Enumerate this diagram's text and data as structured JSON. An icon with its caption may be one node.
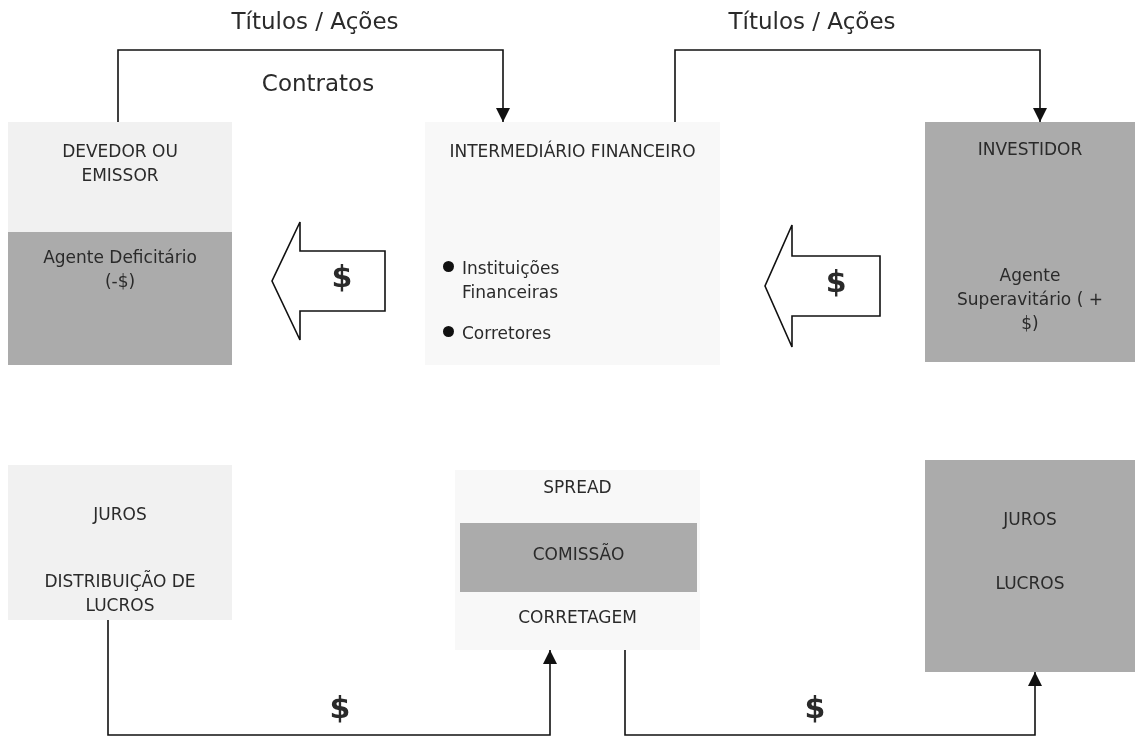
{
  "diagram": {
    "nodes": [
      {
        "text": [
          "DEVEDOR OU EMISSOR"
        ]
      },
      {
        "text": [
          "Agente Deficitário (-$)"
        ],
        "in": 0
      },
      {
        "text": [
          "INTERMEDIÁRIO FINANCEIRO",
          "Instituições Financeiras",
          "Corretores"
        ]
      },
      {
        "text": [
          "INVESTIDOR",
          "Agente Superavitário ( + $)"
        ]
      },
      {
        "text": [
          "JUROS",
          "DISTRIBUIÇÃO DE LUCROS"
        ]
      },
      {
        "text": [
          "SPREAD",
          "CORRETAGEM"
        ]
      },
      {
        "text": [
          "COMISSÃO"
        ],
        "in": 5
      },
      {
        "text": [
          "JUROS",
          "LUCROS"
        ]
      }
    ],
    "edges": [
      {
        "from": 0,
        "to": 2,
        "arrow": "to",
        "label": "Títulos / Ações"
      },
      {
        "from": 2,
        "to": 3,
        "arrow": "to",
        "label": "Títulos / Ações"
      },
      {
        "from": 2,
        "to": 0,
        "arrow": "to",
        "label": "$",
        "style": "thick"
      },
      {
        "from": 3,
        "to": 2,
        "arrow": "to",
        "label": "$",
        "style": "thick"
      },
      {
        "from": 4,
        "to": 5,
        "arrow": "to",
        "label": "$"
      },
      {
        "from": 5,
        "to": 7,
        "arrow": "to",
        "label": "$"
      }
    ],
    "labels": [
      "Contratos"
    ]
  }
}
